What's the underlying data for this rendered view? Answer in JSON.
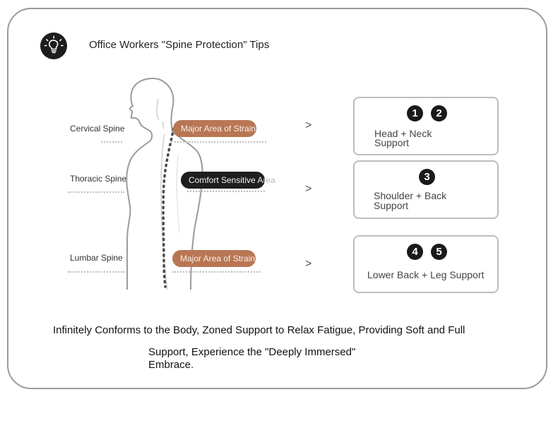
{
  "title": "Office Workers \"Spine Protection\" Tips",
  "icons": {
    "header": "lightbulb-icon",
    "arrow": "chevron-right-icon"
  },
  "colors": {
    "strain": "#b97654",
    "comfort": "#1e1e1e",
    "border": "#9a9a9a"
  },
  "spine_sections": [
    {
      "label": "Cervical Spine",
      "pill": "Major Area of Strain",
      "pill_type": "strain"
    },
    {
      "label": "Thoracic Spine",
      "pill_main": "Comfort Sensitive A",
      "pill_fade": "rea",
      "pill_type": "comfort"
    },
    {
      "label": "Lumbar Spine",
      "pill": "Major Area of Strain",
      "pill_type": "strain"
    }
  ],
  "arrow_glyph": ">",
  "supports": [
    {
      "numbers": [
        "1",
        "2"
      ],
      "line1": "Head + Neck",
      "line2": "Support"
    },
    {
      "numbers": [
        "3"
      ],
      "line1": "Shoulder + Back",
      "line2": "Support"
    },
    {
      "numbers": [
        "4",
        "5"
      ],
      "line1": "Lower Back + Leg Support",
      "line2": ""
    }
  ],
  "footer": {
    "line1": "Infinitely Conforms to the Body, Zoned Support to Relax Fatigue, Providing Soft and Full",
    "line2": "Support, Experience the \"Deeply Immersed\"",
    "line3": "Embrace."
  }
}
